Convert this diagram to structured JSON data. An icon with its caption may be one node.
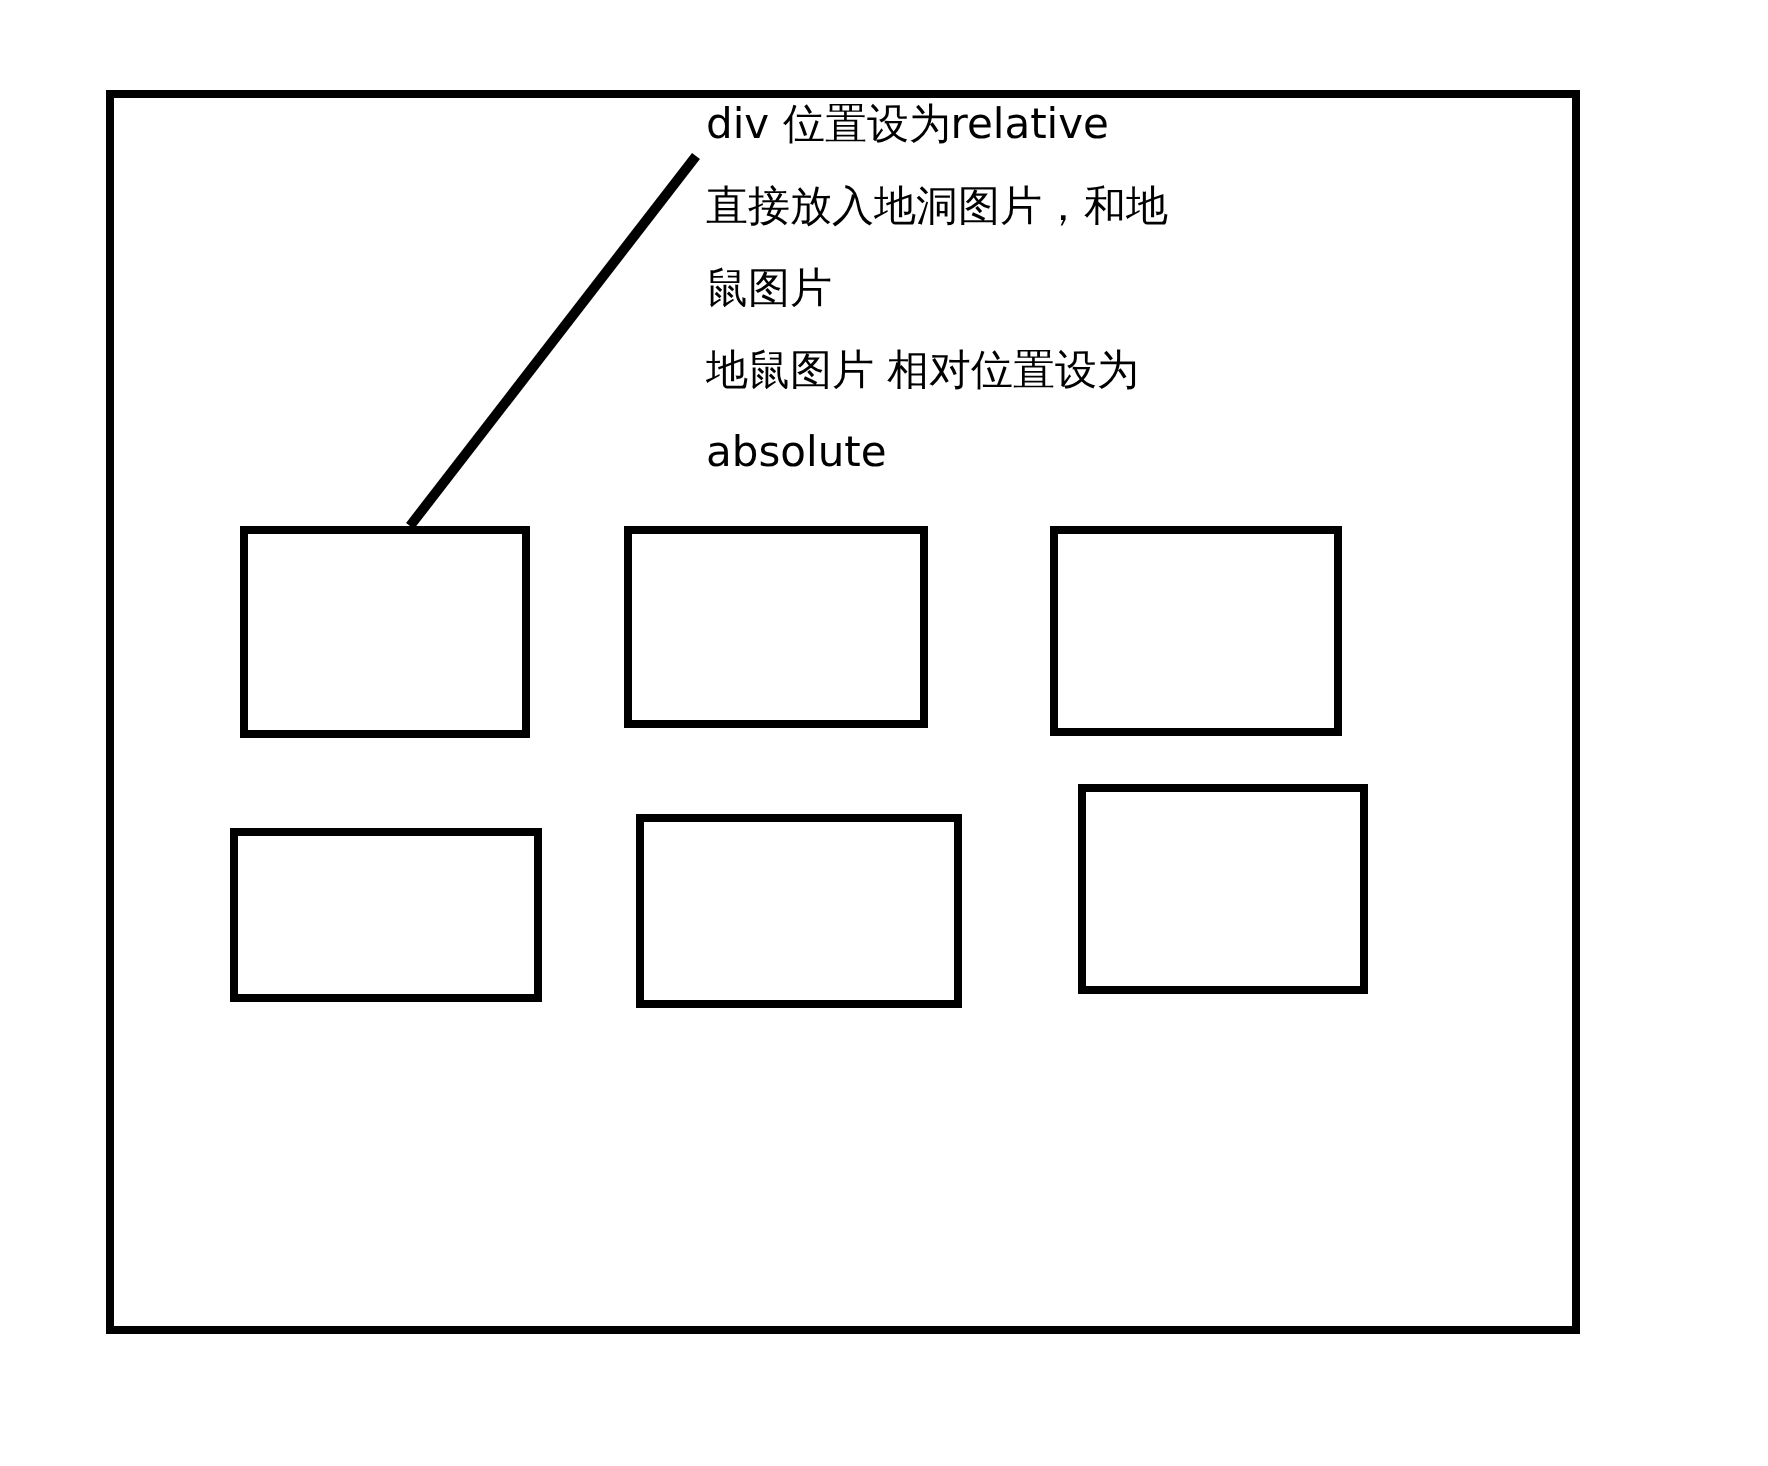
{
  "diagram": {
    "nodes": [
      {
        "text": [],
        "shape": "box"
      },
      {
        "text": [
          "div 位置设为relative",
          "直接放入地洞图片，和地鼠图片",
          "地鼠图片 相对位置设为absolute"
        ],
        "in": 0
      },
      {
        "text": [],
        "shape": "box",
        "in": 0
      },
      {
        "text": [],
        "shape": "box",
        "in": 0
      },
      {
        "text": [],
        "shape": "box",
        "in": 0
      },
      {
        "text": [],
        "shape": "box",
        "in": 0
      },
      {
        "text": [],
        "shape": "box",
        "in": 0
      },
      {
        "text": [],
        "shape": "box",
        "in": 0
      }
    ],
    "edges": [
      {
        "from": 1,
        "to": 2,
        "arrow": "none"
      }
    ]
  }
}
